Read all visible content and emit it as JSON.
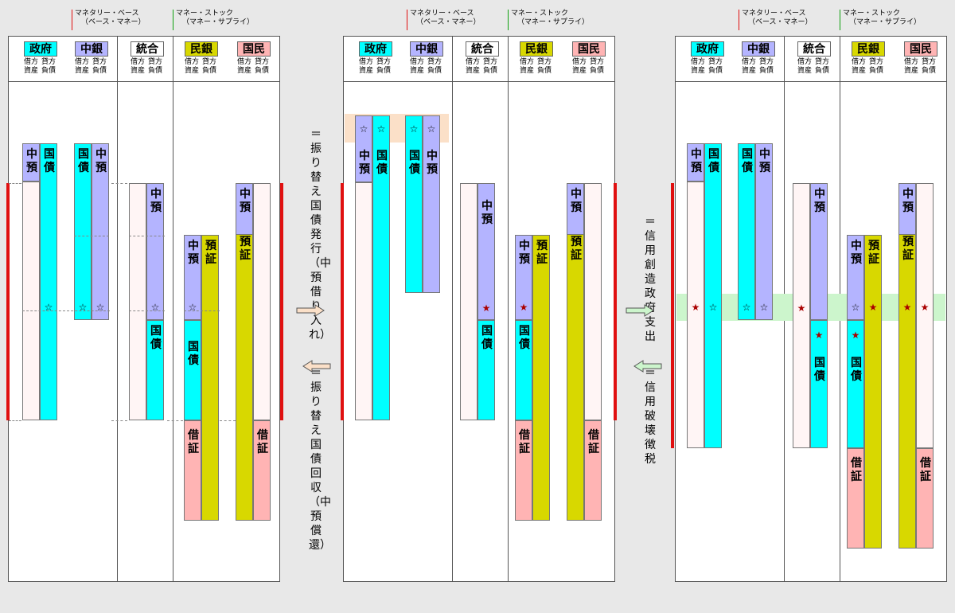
{
  "legend": {
    "mb1": "マネタリー・ベース",
    "mb2": "（ベース・マネー）",
    "ms1": "マネー・ストック",
    "ms2": "（マネー・サプライ）"
  },
  "entities": {
    "gov": "政府",
    "cb": "中銀",
    "int": "統合",
    "pb": "民銀",
    "ppl": "国民"
  },
  "colhdr": {
    "a1": "借方",
    "a2": "資産",
    "l1": "貸方",
    "l2": "負債"
  },
  "labels": {
    "dep": "中預",
    "bond": "国債",
    "pdep": "預証",
    "loan": "借証",
    "white_star": "☆",
    "black_star": "★"
  },
  "arrows": {
    "a1": "＝振り替え国債発行（中預借り入れ）",
    "a2": "＝振り替え国債回収（中預償還）",
    "a3": "＝信用創造政府支出",
    "a4": "＝信用破壊徴税"
  },
  "colors": {
    "cyan": "#00ffff",
    "lavender": "#b4b4ff",
    "yellow": "#d8d800",
    "pink": "#ffb4b4",
    "peach": "#fbe0c8",
    "green": "#ccf5cc",
    "red": "#e01010"
  }
}
